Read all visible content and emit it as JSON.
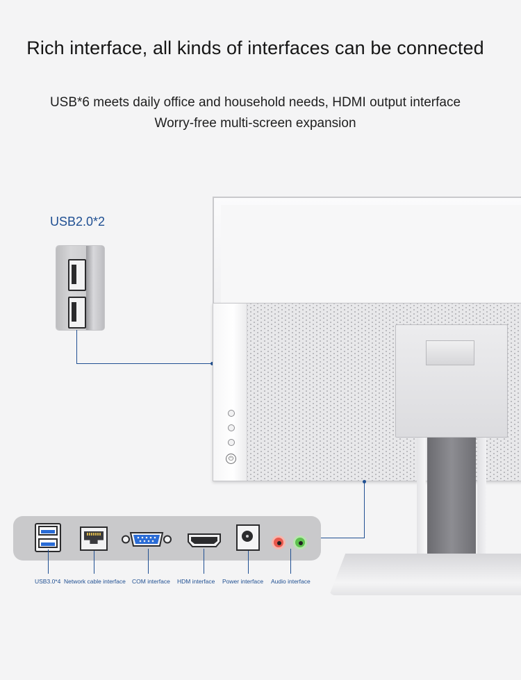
{
  "heading": {
    "title": "Rich interface, all kinds of interfaces can be connected",
    "subtitle_line1": "USB*6 meets daily office and household needs, HDMI output interface",
    "subtitle_line2": "Worry-free multi-screen expansion"
  },
  "side_usb": {
    "label": "USB2.0*2"
  },
  "io_ports": [
    {
      "label": "USB3.0*4",
      "icon": "usb3-port-icon"
    },
    {
      "label": "Network cable interface",
      "icon": "ethernet-port-icon"
    },
    {
      "label": "COM interface",
      "icon": "com-port-icon"
    },
    {
      "label": "HDM interface",
      "icon": "hdmi-port-icon"
    },
    {
      "label": "Power interface",
      "icon": "power-jack-icon"
    },
    {
      "label": "Audio interface",
      "icon": "audio-jack-icon"
    }
  ],
  "colors": {
    "accent": "#1f4f92",
    "audio_red": "#e8584c",
    "audio_green": "#5dc24e",
    "usb3_blue": "#2a6cd6"
  }
}
